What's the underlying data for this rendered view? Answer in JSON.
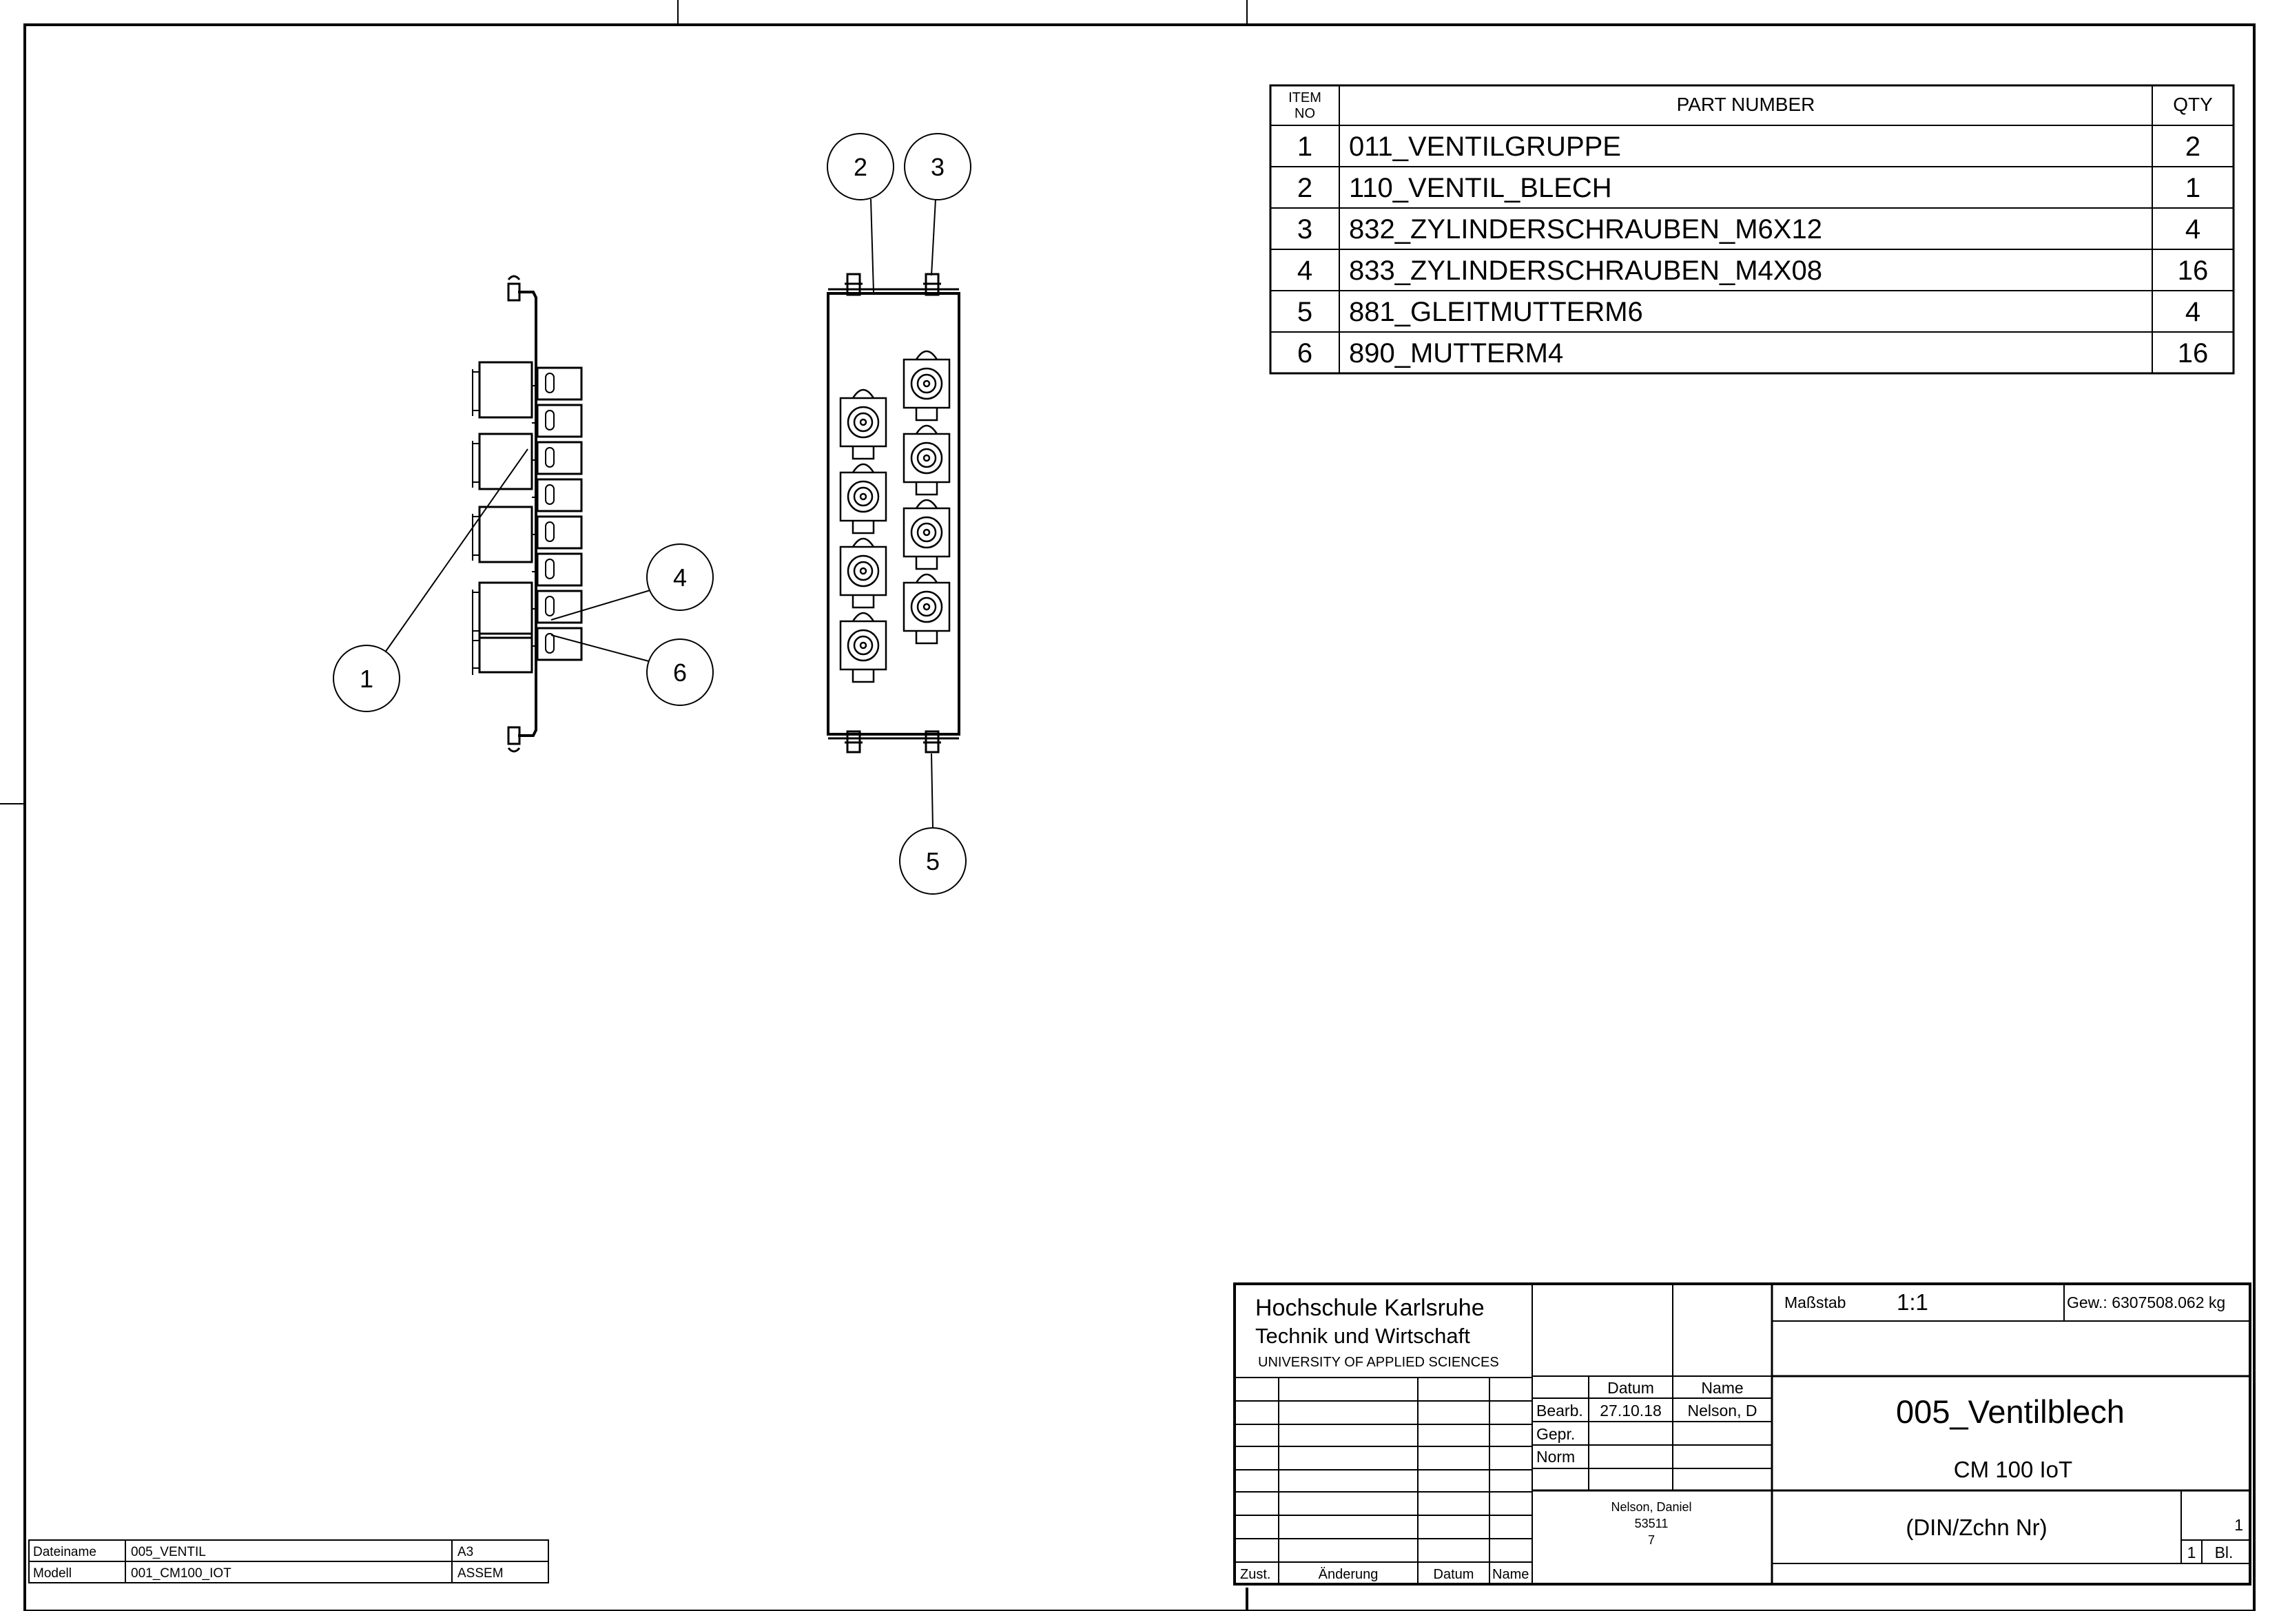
{
  "bom": {
    "headers": {
      "item_no_1": "ITEM",
      "item_no_2": "NO",
      "part_number": "PART NUMBER",
      "qty": "QTY"
    },
    "rows": [
      {
        "item": "1",
        "part": "011_VENTILGRUPPE",
        "qty": "2"
      },
      {
        "item": "2",
        "part": "110_VENTIL_BLECH",
        "qty": "1"
      },
      {
        "item": "3",
        "part": "832_ZYLINDERSCHRAUBEN_M6X12",
        "qty": "4"
      },
      {
        "item": "4",
        "part": "833_ZYLINDERSCHRAUBEN_M4X08",
        "qty": "16"
      },
      {
        "item": "5",
        "part": "881_GLEITMUTTERM6",
        "qty": "4"
      },
      {
        "item": "6",
        "part": "890_MUTTERM4",
        "qty": "16"
      }
    ]
  },
  "balloons": {
    "b1": "1",
    "b2": "2",
    "b3": "3",
    "b4": "4",
    "b5": "5",
    "b6": "6"
  },
  "title_block": {
    "school_line1": "Hochschule Karlsruhe",
    "school_line2": "Technik und Wirtschaft",
    "school_line3": "UNIVERSITY OF APPLIED SCIENCES",
    "col_datum": "Datum",
    "col_name": "Name",
    "bearb_label": "Bearb.",
    "bearb_date": "27.10.18",
    "bearb_name": "Nelson, D",
    "gepr_label": "Gepr.",
    "norm_label": "Norm",
    "author_line1": "Nelson, Daniel",
    "author_line2": "53511",
    "author_line3": "7",
    "massstab_label": "Maßstab",
    "massstab_value": "1:1",
    "weight": "Gew.: 6307508.062 kg",
    "drawing_title": "005_Ventilblech",
    "project": "CM 100 IoT",
    "drawing_no": "(DIN/Zchn Nr)",
    "sheet_no": "1",
    "sheet_count": "1",
    "sheet_label": "Bl.",
    "rev_zust": "Zust.",
    "rev_aenderung": "Änderung",
    "rev_datum": "Datum",
    "rev_name": "Name"
  },
  "file_info": {
    "dateiname_label": "Dateiname",
    "dateiname_value": "005_VENTIL",
    "format": "A3",
    "modell_label": "Modell",
    "modell_value": "001_CM100_IOT",
    "type": "ASSEM"
  }
}
